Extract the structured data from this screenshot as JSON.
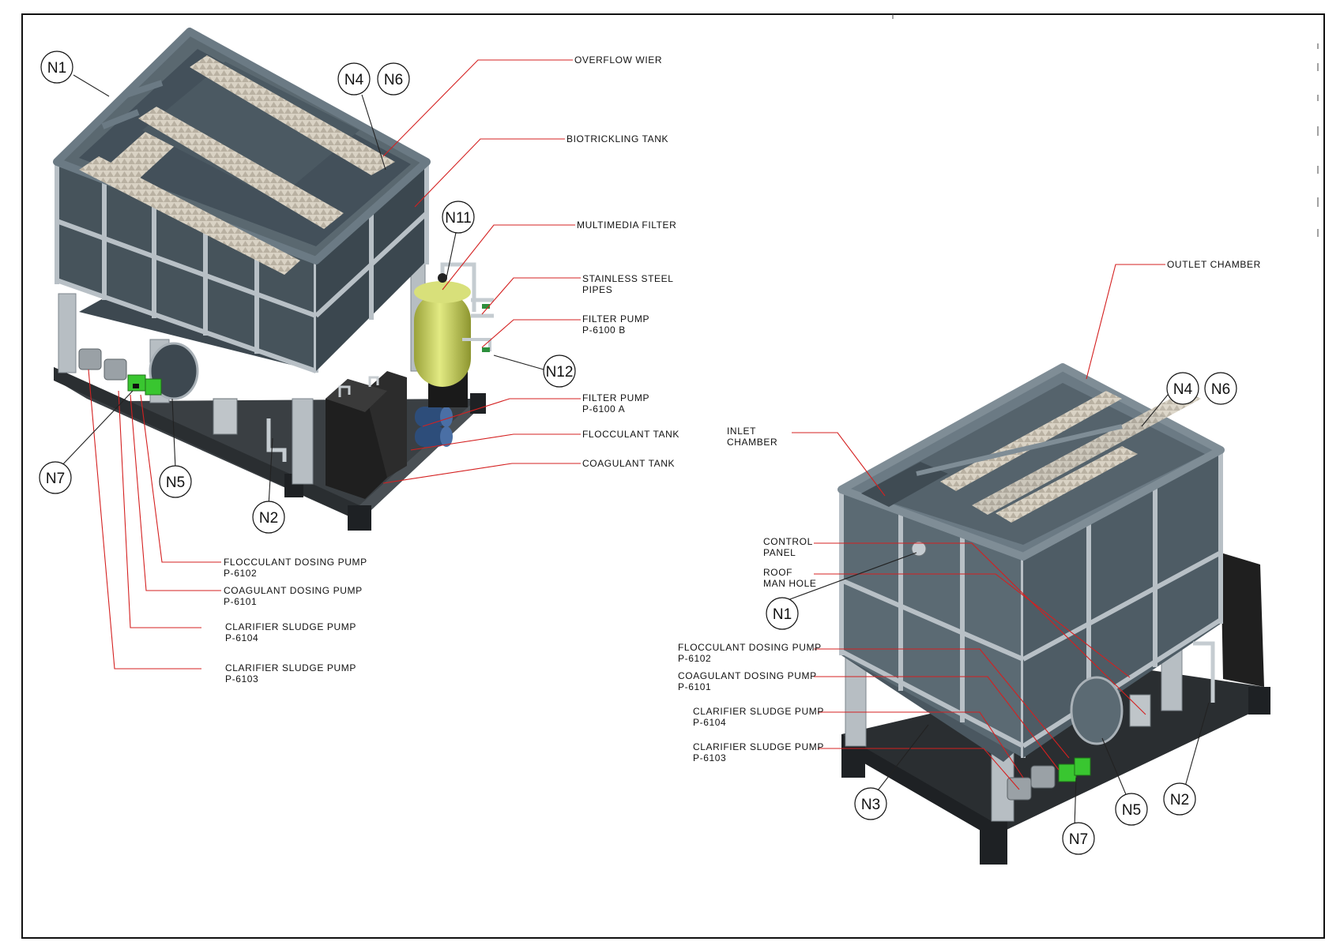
{
  "colors": {
    "frame": "#a9b1b7",
    "panel": "#46535b",
    "panel_dark": "#2f393f",
    "rim": "#6b7a84",
    "weir": "#d9d2c4",
    "filter": "#cbd35a",
    "tank_black": "#1f1f1f",
    "pump_green": "#39c630",
    "leader_red": "#d42020",
    "border": "#111111"
  },
  "left_view": {
    "labels": {
      "overflow_weir": "OVERFLOW WIER",
      "biotrickling_tank": "BIOTRICKLING TANK",
      "multimedia_filter": "MULTIMEDIA FILTER",
      "stainless_steel_pipes_1": "STAINLESS STEEL",
      "stainless_steel_pipes_2": "PIPES",
      "filter_pump_b_1": "FILTER PUMP",
      "filter_pump_b_2": "P-6100 B",
      "filter_pump_a_1": "FILTER PUMP",
      "filter_pump_a_2": "P-6100 A",
      "flocculant_tank": "FLOCCULANT TANK",
      "coagulant_tank": "COAGULANT TANK",
      "flocculant_dosing_pump_1": "FLOCCULANT DOSING PUMP",
      "flocculant_dosing_pump_2": "P-6102",
      "coagulant_dosing_pump_1": "COAGULANT DOSING PUMP",
      "coagulant_dosing_pump_2": "P-6101",
      "clarifier_sludge_pump_6104_1": "CLARIFIER SLUDGE PUMP",
      "clarifier_sludge_pump_6104_2": "P-6104",
      "clarifier_sludge_pump_6103_1": "CLARIFIER SLUDGE PUMP",
      "clarifier_sludge_pump_6103_2": "P-6103"
    },
    "nozzles": {
      "n1": "N1",
      "n4": "N4",
      "n6": "N6",
      "n11": "N11",
      "n12": "N12",
      "n2": "N2",
      "n5": "N5",
      "n7": "N7"
    }
  },
  "right_view": {
    "labels": {
      "outlet_chamber": "OUTLET CHAMBER",
      "inlet_chamber_1": "INLET",
      "inlet_chamber_2": "CHAMBER",
      "control_panel_1": "CONTROL",
      "control_panel_2": "PANEL",
      "roof_man_hole_1": "ROOF",
      "roof_man_hole_2": "MAN HOLE",
      "flocculant_dosing_pump_1": "FLOCCULANT DOSING PUMP",
      "flocculant_dosing_pump_2": "P-6102",
      "coagulant_dosing_pump_1": "COAGULANT DOSING PUMP",
      "coagulant_dosing_pump_2": "P-6101",
      "clarifier_sludge_pump_6104_1": "CLARIFIER SLUDGE PUMP",
      "clarifier_sludge_pump_6104_2": "P-6104",
      "clarifier_sludge_pump_6103_1": "CLARIFIER SLUDGE PUMP",
      "clarifier_sludge_pump_6103_2": "P-6103"
    },
    "nozzles": {
      "n4": "N4",
      "n6": "N6",
      "n1": "N1",
      "n3": "N3",
      "n7": "N7",
      "n5": "N5",
      "n2": "N2"
    }
  }
}
